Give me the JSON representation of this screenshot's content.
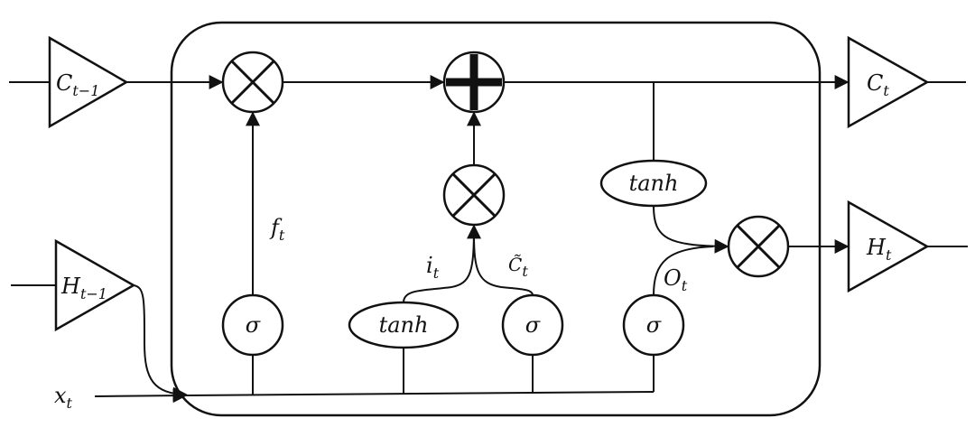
{
  "inputs": {
    "c_prev": {
      "main": "C",
      "sub": "t−1"
    },
    "h_prev": {
      "main": "H",
      "sub": "t−1"
    },
    "x": {
      "main": "x",
      "sub": "t"
    }
  },
  "outputs": {
    "c": {
      "main": "C",
      "sub": "t"
    },
    "h": {
      "main": "H",
      "sub": "t"
    }
  },
  "gates": {
    "forget": {
      "main": "f",
      "sub": "t"
    },
    "input": {
      "main": "i",
      "sub": "t"
    },
    "candidate": {
      "main": "C̃",
      "sub": "t"
    },
    "output": {
      "main": "O",
      "sub": "t"
    }
  },
  "activations": {
    "sigma": "σ",
    "tanh": "tanh"
  }
}
